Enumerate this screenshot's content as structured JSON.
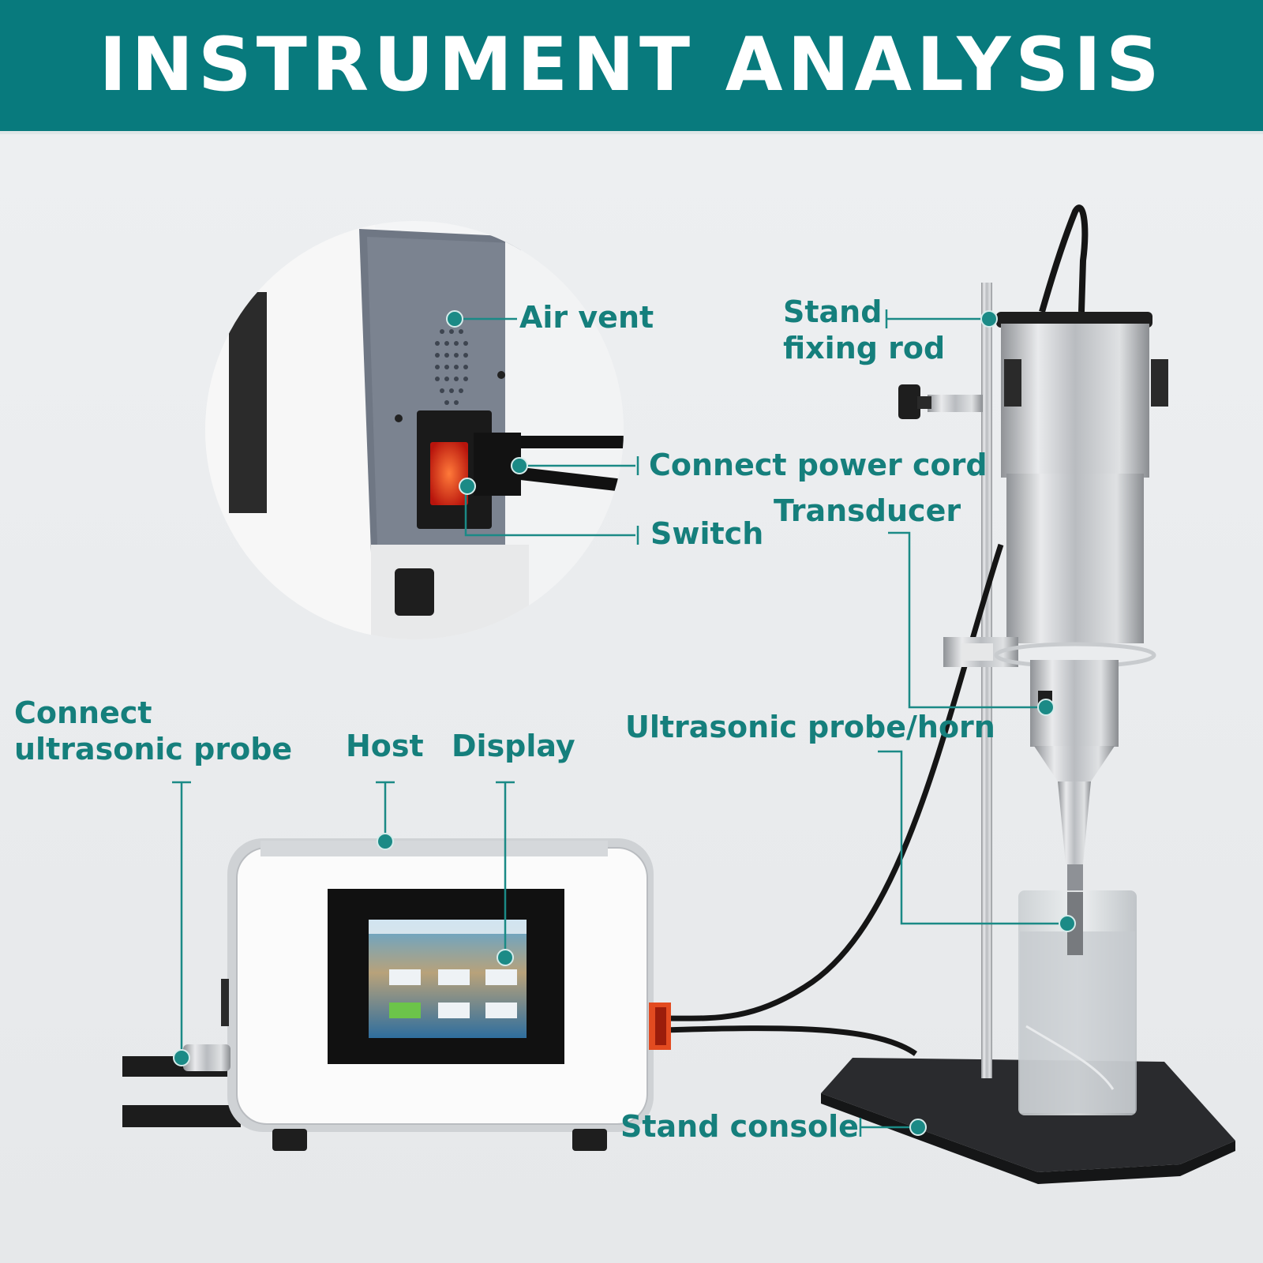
{
  "header": {
    "title": "INSTRUMENT ANALYSIS"
  },
  "colors": {
    "header_bg": "#087a7d",
    "label_teal": "#157f7c",
    "leader_line": "#1b8a86",
    "background": "#ecedef"
  },
  "labels": {
    "air_vent": "Air vent",
    "connect_power_cord": "Connect power cord",
    "switch": "Switch",
    "stand_fixing_rod": {
      "line1": "Stand",
      "line2": "fixing rod"
    },
    "transducer": "Transducer",
    "ultrasonic_probe_horn": "Ultrasonic probe/horn",
    "connect_ultrasonic_probe": {
      "line1": "Connect",
      "line2": "ultrasonic probe"
    },
    "host": "Host",
    "display": "Display",
    "stand_console": "Stand console"
  }
}
